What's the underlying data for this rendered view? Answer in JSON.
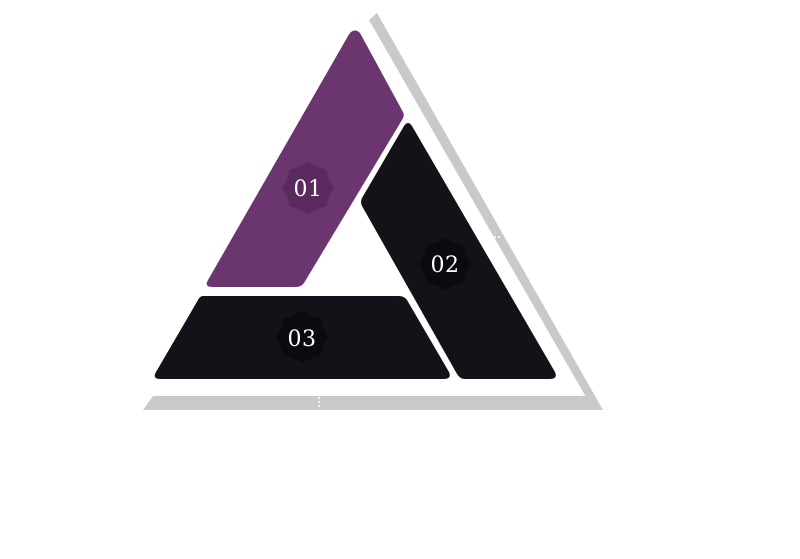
{
  "segments": [
    {
      "label": "01",
      "color": "#6b3670",
      "badge_color": "#5a2a5f"
    },
    {
      "label": "02",
      "color": "#141218",
      "badge_color": "#0b0a0e"
    },
    {
      "label": "03",
      "color": "#141218",
      "badge_color": "#0b0a0e"
    }
  ],
  "frame_color": "#c9c9c9"
}
